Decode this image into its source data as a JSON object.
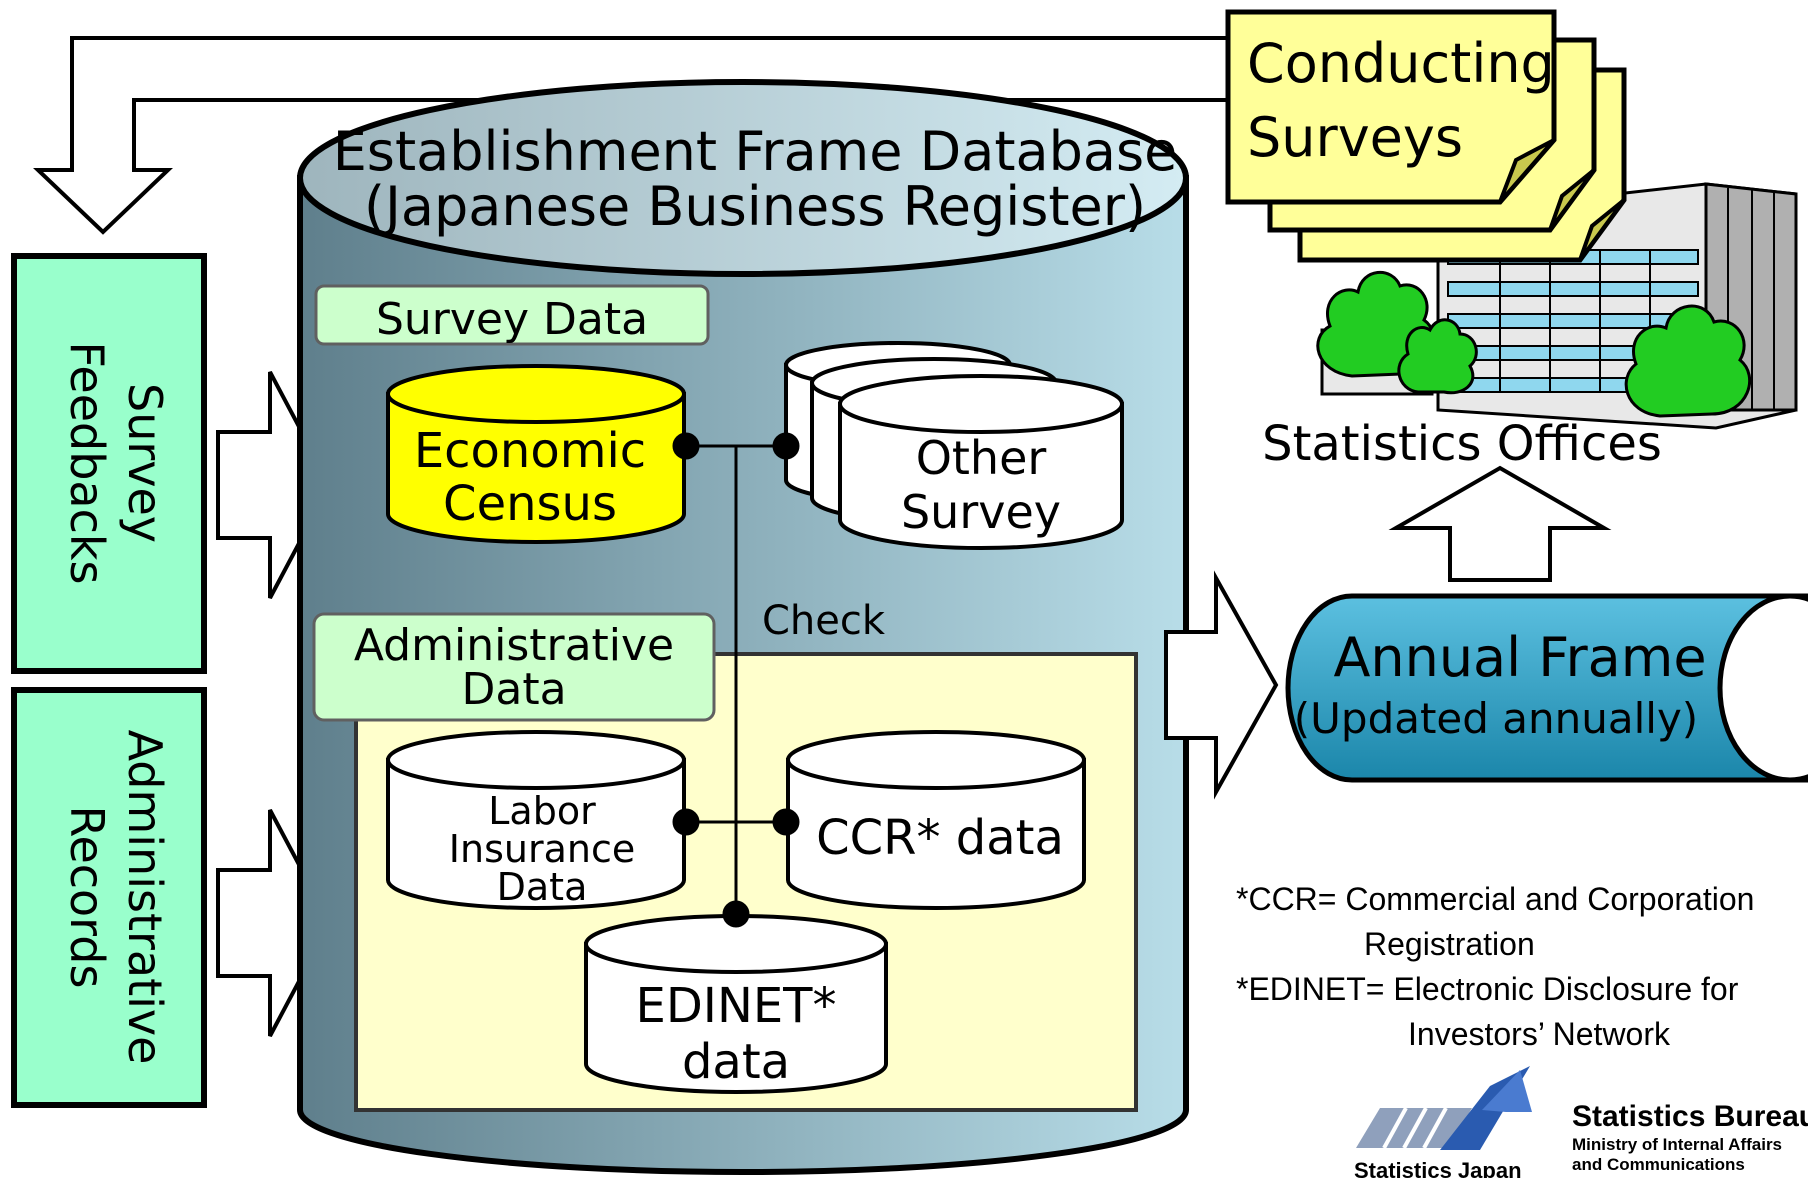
{
  "database": {
    "title_line1": "Establishment Frame Database",
    "title_line2": "(Japanese Business Register)"
  },
  "survey_data": {
    "label": "Survey Data",
    "economic_census_line1": "Economic",
    "economic_census_line2": "Census",
    "other_survey_line1": "Other",
    "other_survey_line2": "Survey"
  },
  "administrative_data": {
    "label_line1": "Administrative",
    "label_line2": "Data",
    "labor_line1": "Labor",
    "labor_line2": "Insurance",
    "labor_line3": "Data",
    "ccr": "CCR* data",
    "edinet_line1": "EDINET*",
    "edinet_line2": "data"
  },
  "check_label": "Check",
  "left_boxes": {
    "survey_feedbacks_line1": "Survey",
    "survey_feedbacks_line2": "Feedbacks",
    "administrative_records_line1": "Administrative",
    "administrative_records_line2": "Records"
  },
  "conducting_surveys": {
    "line1": "Conducting",
    "line2": "Surveys"
  },
  "statistics_offices": "Statistics Offices",
  "annual_frame": {
    "title": "Annual Frame",
    "subtitle": "(Updated annually)"
  },
  "notes": {
    "ccr_line1": "*CCR= Commercial and Corporation",
    "ccr_line2": "Registration",
    "edinet_line1": "*EDINET= Electronic Disclosure for",
    "edinet_line2": "Investors’ Network"
  },
  "logos": {
    "statistics_japan": "Statistics Japan",
    "bureau_name": "Statistics Bureau",
    "ministry_line1": "Ministry of Internal Affairs",
    "ministry_line2": "and Communications"
  },
  "colors": {
    "cylinder_gradient_dark": "#5f7f8c",
    "cylinder_gradient_light": "#b8dde8",
    "side_boxes": "#99ffcc",
    "label_boxes": "#ccffcc",
    "economic_census": "#ffff00",
    "admin_panel": "#ffffcc",
    "conducting_surveys": "#ffff99",
    "annual_frame": "#2ea3c7",
    "trees": "#22cc22"
  }
}
